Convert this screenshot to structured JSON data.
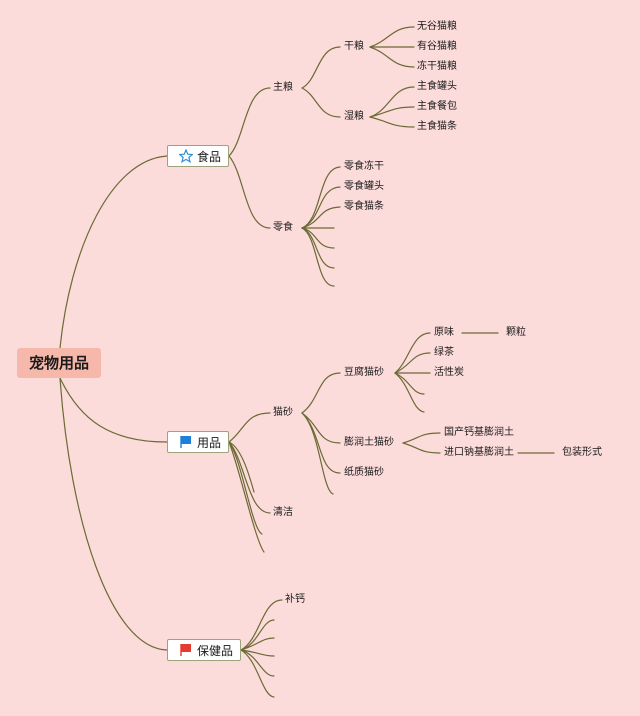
{
  "root": "宠物用品",
  "cat_food": "食品",
  "cat_supplies": "用品",
  "cat_health": "保健品",
  "food": {
    "main": "主粮",
    "dry": "干粮",
    "dry_items": [
      "无谷猫粮",
      "有谷猫粮",
      "冻干猫粮"
    ],
    "wet": "湿粮",
    "wet_items": [
      "主食罐头",
      "主食餐包",
      "主食猫条"
    ],
    "snack": "零食",
    "snack_items": [
      "零食冻干",
      "零食罐头",
      "零食猫条"
    ]
  },
  "supplies": {
    "litter": "猫砂",
    "tofu": "豆腐猫砂",
    "tofu_items": [
      "原味",
      "绿茶",
      "活性炭"
    ],
    "tofu_sub": "颗粒",
    "bentonite": "膨润土猫砂",
    "bentonite_items": [
      "国产钙基膨润土",
      "进口钠基膨润土"
    ],
    "bentonite_sub": "包装形式",
    "paper": "纸质猫砂",
    "clean": "清洁"
  },
  "health": {
    "calcium": "补钙"
  },
  "colors": {
    "line": "#6b6a35",
    "root": "#f6b8ab",
    "background": "#fcdcdb",
    "flag_blue": "#1e7fd6",
    "flag_red": "#e53a2f",
    "star": "#2d8fd8"
  }
}
